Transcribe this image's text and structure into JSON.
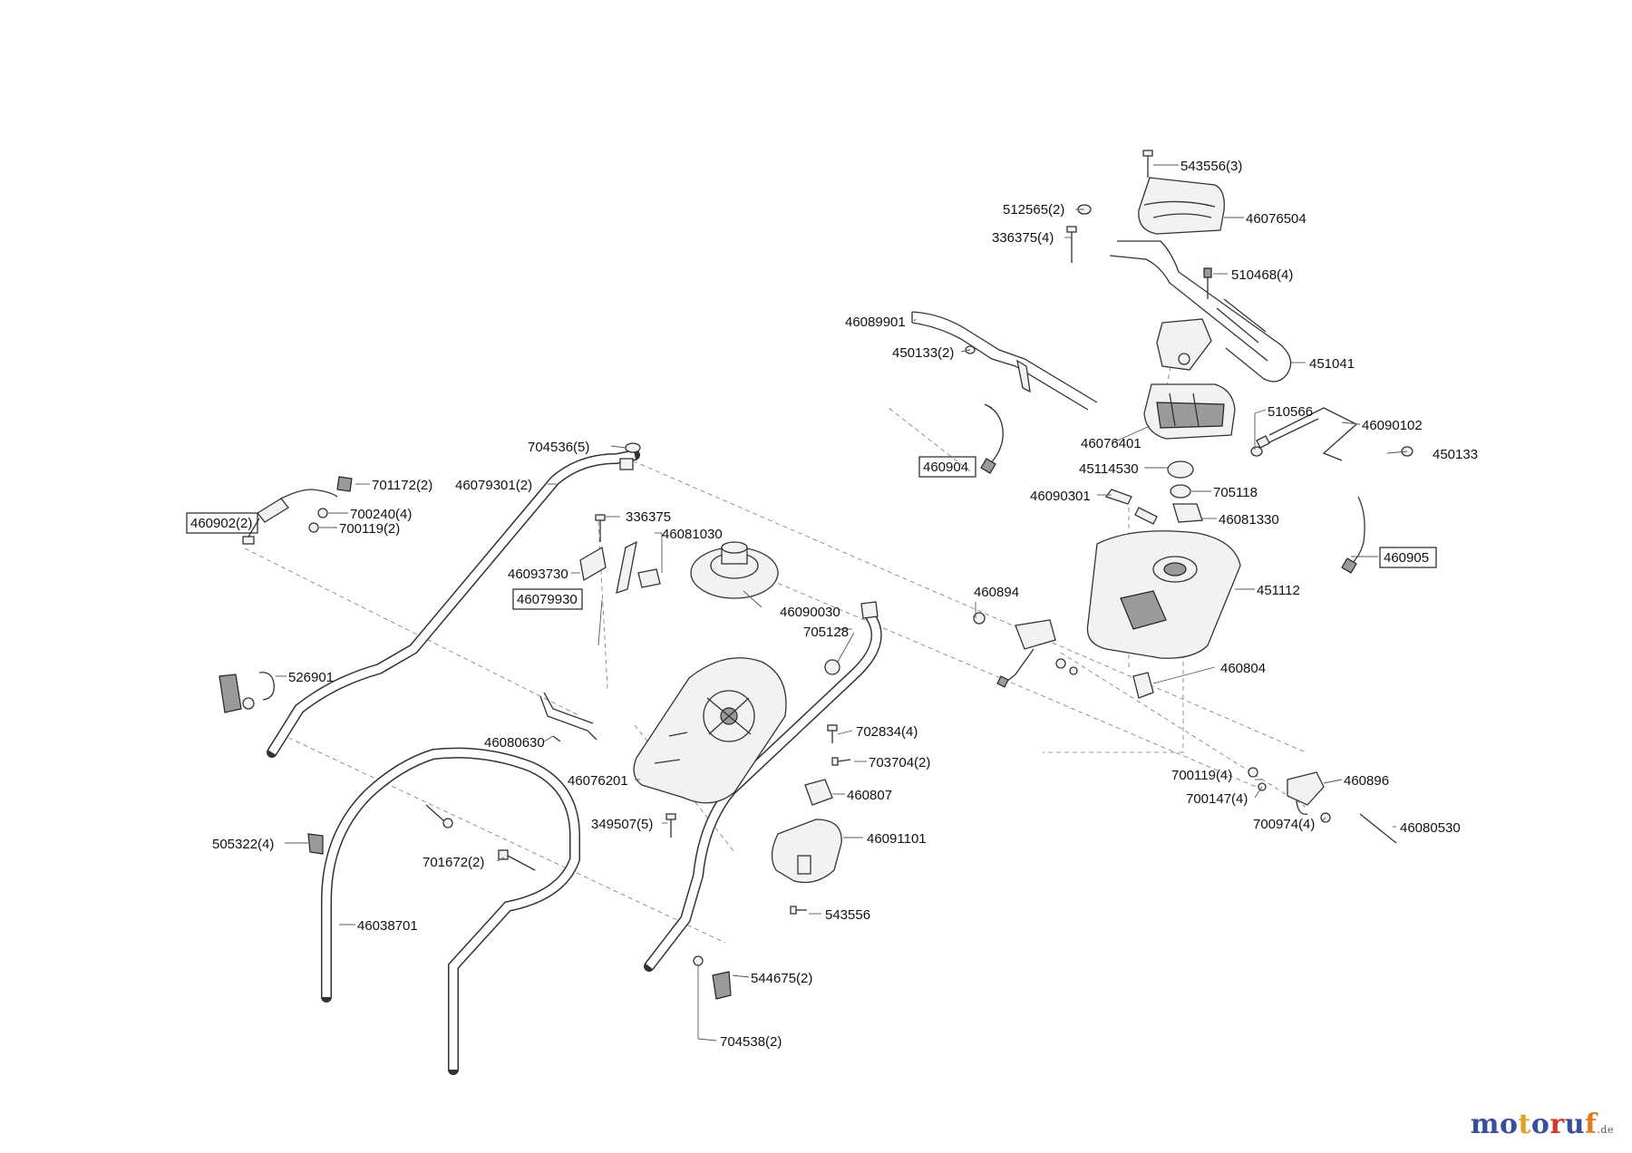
{
  "labels": {
    "p543556_3": "543556(3)",
    "p512565_2": "512565(2)",
    "p46076504": "46076504",
    "p336375_4": "336375(4)",
    "p510468_4": "510468(4)",
    "p46089901": "46089901",
    "p450133_2": "450133(2)",
    "p451041": "451041",
    "p510566": "510566",
    "p46090102": "46090102",
    "p46076401": "46076401",
    "p450133": "450133",
    "p460904": "460904",
    "p45114530": "45114530",
    "p704536_5": "704536(5)",
    "p705118": "705118",
    "p701172_2": "701172(2)",
    "p46079301_2": "46079301(2)",
    "p46090301": "46090301",
    "p700240_4": "700240(4)",
    "p46081330": "46081330",
    "p460902_2": "460902(2)",
    "p700119_2": "700119(2)",
    "p336375": "336375",
    "p46081030": "46081030",
    "p460905": "460905",
    "p46093730": "46093730",
    "p451112": "451112",
    "p46079930": "46079930",
    "p460894": "460894",
    "p46090030": "46090030",
    "p705128": "705128",
    "p460804": "460804",
    "p526901": "526901",
    "p702834_4": "702834(4)",
    "p46080630": "46080630",
    "p703704_2": "703704(2)",
    "p700119_4": "700119(4)",
    "p460896": "460896",
    "p46076201": "46076201",
    "p460807": "460807",
    "p700147_4": "700147(4)",
    "p349507_5": "349507(5)",
    "p700974_4": "700974(4)",
    "p46080530": "46080530",
    "p505322_4": "505322(4)",
    "p46091101": "46091101",
    "p701672_2": "701672(2)",
    "p46038701": "46038701",
    "p543556": "543556",
    "p544675_2": "544675(2)",
    "p704538_2": "704538(2)"
  },
  "watermark": {
    "letters": [
      "m",
      "o",
      "t",
      "o",
      "r",
      "u",
      "f"
    ],
    "colors": [
      "#3a4f9a",
      "#3a4f9a",
      "#e0a020",
      "#3a4f9a",
      "#d03a2a",
      "#3a4f9a",
      "#e07a20"
    ],
    "tld": ".de"
  }
}
